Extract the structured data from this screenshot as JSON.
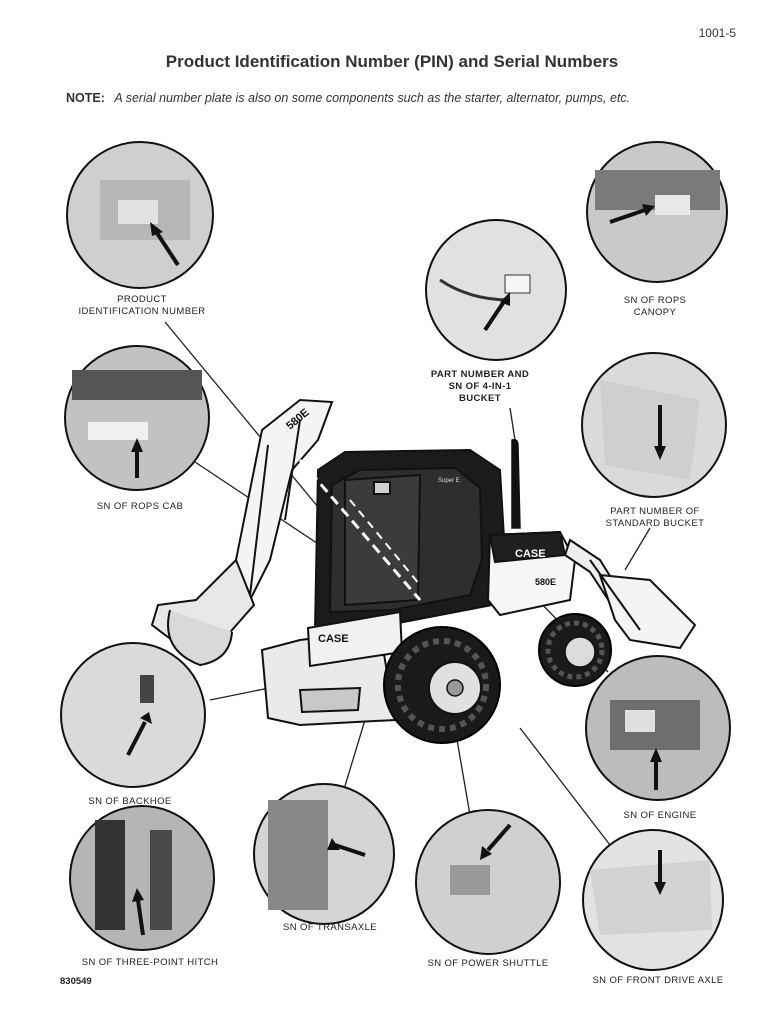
{
  "page_number": "1001-5",
  "title": "Product Identification Number (PIN) and Serial Numbers",
  "note": {
    "label": "NOTE:",
    "text": "A serial number plate is also on some components such as the starter, alternator, pumps, etc."
  },
  "callouts": {
    "pin_line1": "PRODUCT",
    "pin_line2": "IDENTIFICATION NUMBER",
    "rops_canopy_line1": "SN OF ROPS",
    "rops_canopy_line2": "CANOPY",
    "bucket41_line1": "PART NUMBER AND",
    "bucket41_line2": "SN OF 4-IN-1",
    "bucket41_line3": "BUCKET",
    "rops_cab": "SN OF ROPS CAB",
    "std_bucket_line1": "PART NUMBER OF",
    "std_bucket_line2": "STANDARD BUCKET",
    "backhoe": "SN OF BACKHOE",
    "engine": "SN OF ENGINE",
    "transaxle": "SN OF TRANSAXLE",
    "three_point_hitch": "SN OF THREE-POINT HITCH",
    "power_shuttle": "SN OF POWER SHUTTLE",
    "front_drive_axle": "SN OF FRONT DRIVE AXLE"
  },
  "machine": {
    "boom_model": "580E",
    "loader_brand": "CASE",
    "loader_model": "580E",
    "rear_brand": "CASE",
    "cab_badge": "Super E"
  },
  "figure_id": "830549"
}
